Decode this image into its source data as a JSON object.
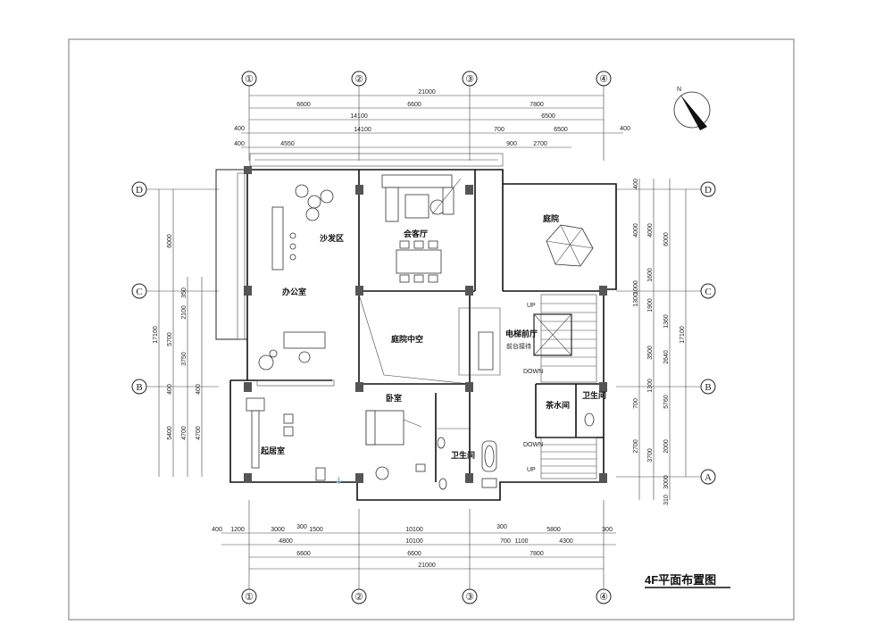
{
  "title": "4F平面布置图",
  "grid_columns": [
    "①",
    "②",
    "③",
    "④"
  ],
  "grid_rows": [
    "D",
    "C",
    "B",
    "A"
  ],
  "top_dims": {
    "overall": "21000",
    "row1": [
      "6600",
      "6600",
      "7800"
    ],
    "row2": [
      "14100",
      "6500"
    ],
    "row3": [
      "400",
      "14100",
      "700",
      "6500",
      "400"
    ],
    "row4": [
      "400",
      "4550",
      "900",
      "2700"
    ]
  },
  "bottom_dims": {
    "row1": [
      "400",
      "1200",
      "3000",
      "300",
      "1500",
      "10100",
      "300",
      "5800",
      "300"
    ],
    "row2": [
      "4800",
      "10100",
      "700",
      "1100",
      "4300"
    ],
    "row3": [
      "6600",
      "6600",
      "7800"
    ],
    "overall": "21000"
  },
  "left_dims": {
    "outer": "17100",
    "seg": [
      "6000",
      "350",
      "2100",
      "5700",
      "3750",
      "400",
      "400",
      "5400",
      "4700",
      "4700"
    ]
  },
  "right_dims": {
    "outer": "17100",
    "seg": [
      "400",
      "4000",
      "4000",
      "6000",
      "1600",
      "1000",
      "1300",
      "1900",
      "1360",
      "3500",
      "2640",
      "5760",
      "1300",
      "700",
      "2700",
      "3700",
      "2000",
      "3000",
      "310"
    ]
  },
  "rooms": {
    "sofa": "沙发区",
    "living": "会客厅",
    "courtyard": "庭院",
    "office": "办公室",
    "atrium": "庭院中空",
    "elevator_hall": "电梯前厅",
    "reception": "前台接待",
    "bedroom": "卧室",
    "bathroom_main": "卫生间",
    "tea_room": "茶水间",
    "bathroom_small": "卫生间",
    "study": "起居室"
  },
  "stair_labels": {
    "up1": "UP",
    "down1": "DOWN",
    "down2": "DOWN",
    "up2": "UP"
  }
}
